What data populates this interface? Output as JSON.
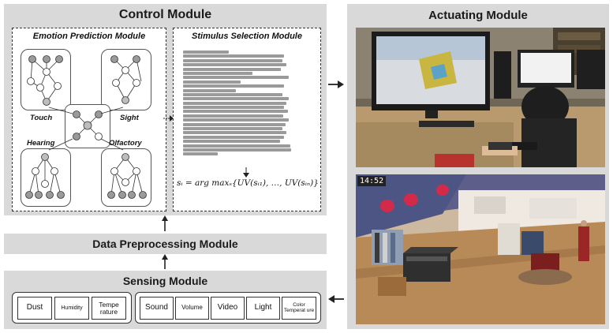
{
  "control_module": {
    "title": "Control Module",
    "emotion": {
      "title": "Emotion Prediction Module",
      "labels": {
        "touch": "Touch",
        "sight": "Sight",
        "hearing": "Hearing",
        "olfactory": "Olfactory"
      }
    },
    "stimulus": {
      "title": "Stimulus Selection Module",
      "formula": "sᵢ = arg maxₛ{UV(sᵢ₁), …, UV(sᵢₙ)}"
    }
  },
  "data_preprocessing": {
    "title": "Data Preprocessing Module"
  },
  "sensing_module": {
    "title": "Sensing Module",
    "group1": [
      "Dust",
      "Humidity",
      "Tempe rature"
    ],
    "group2": [
      "Sound",
      "Volume",
      "Video",
      "Light",
      "Color Temperat ure"
    ]
  },
  "actuating_module": {
    "title": "Actuating Module",
    "timer": "14:52",
    "top_photo_icon": "person-at-workstation-photo",
    "bottom_photo_icon": "virtual-store-scene"
  },
  "colors": {
    "panel": "#d9d9d9",
    "node_gray": "#9a9a9a",
    "node_hatched": "#bdbdbd"
  }
}
